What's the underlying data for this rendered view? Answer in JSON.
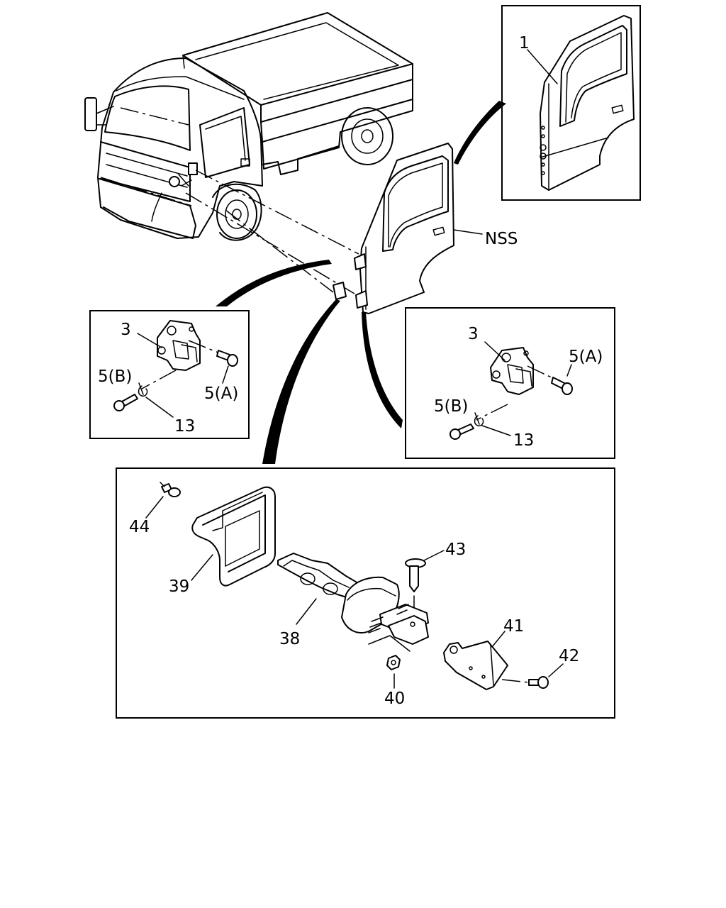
{
  "diagram": {
    "labels": {
      "door_assembly": "1",
      "nss": "NSS",
      "hinge_left": "3",
      "bolt_b_left": "5(B)",
      "bolt_a_left": "5(A)",
      "clip_left": "13",
      "hinge_right": "3",
      "bolt_a_right": "5(A)",
      "bolt_b_right": "5(B)",
      "clip_right": "13",
      "screw_44": "44",
      "handle_39": "39",
      "strap_38": "38",
      "pin_43": "43",
      "bracket_41": "41",
      "bolt_42": "42",
      "nut_40": "40"
    }
  }
}
